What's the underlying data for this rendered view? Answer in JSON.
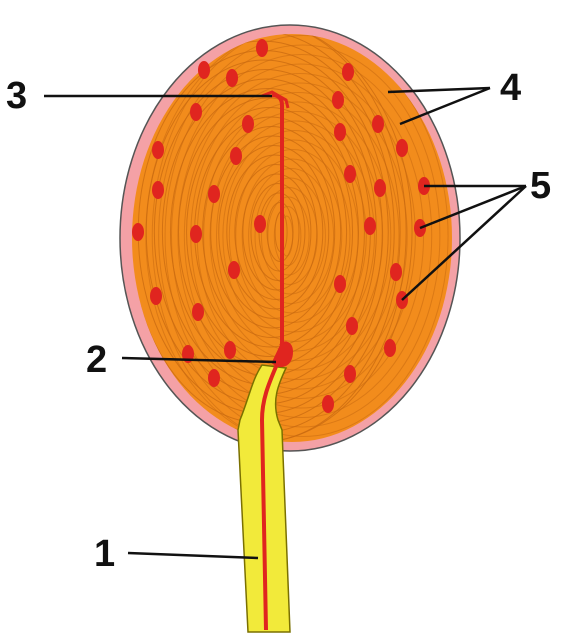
{
  "colors": {
    "capsule_outer": "#f4a1a6",
    "capsule_fill": "#f28c1c",
    "lamella_line": "#c86a10",
    "nucleus": "#e0251f",
    "axon": "#e0251f",
    "stalk": "#f2ea3a",
    "stalk_outline": "#7a7000",
    "label": "#111111"
  },
  "labels": {
    "one": "1",
    "two": "2",
    "three": "3",
    "four": "4",
    "five": "5"
  }
}
